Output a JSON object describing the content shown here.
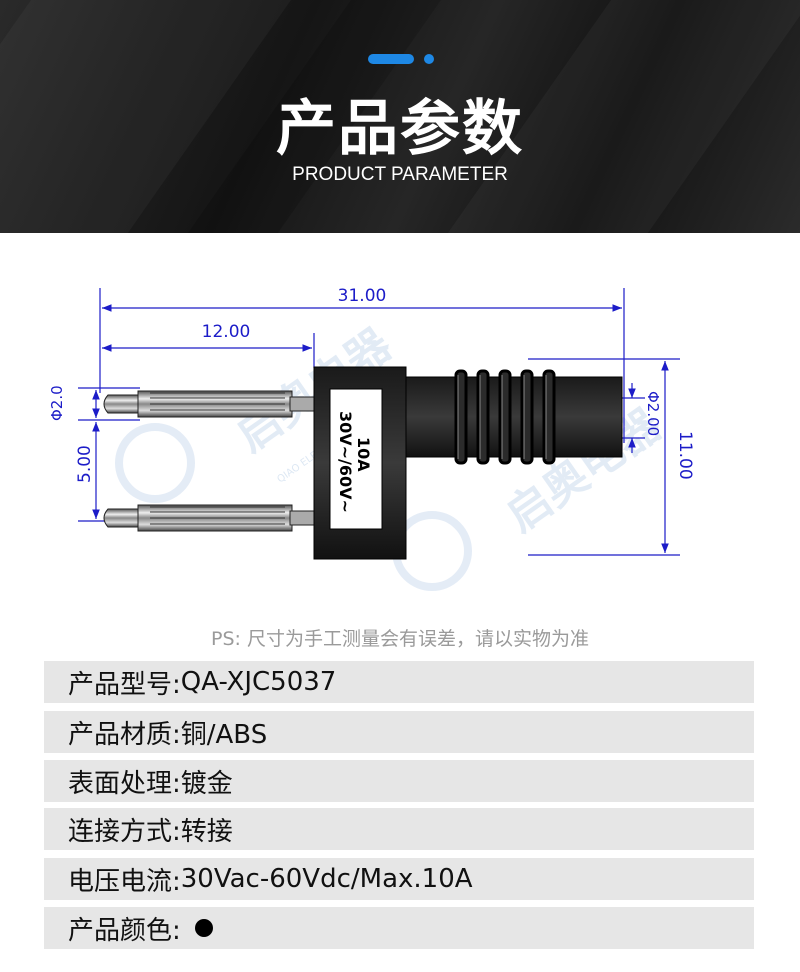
{
  "header": {
    "title": "产品参数",
    "subtitle": "PRODUCT PARAMETER"
  },
  "drawing": {
    "dim_total": "31.00",
    "dim_partial": "12.00",
    "dim_pin_dia": "Φ2.0",
    "dim_pitch": "5.00",
    "dim_right_dia": "Φ2.00",
    "dim_height": "11.00",
    "rating_line1": "30V~/60V~",
    "rating_line2": "10A",
    "watermark": "启奥电器",
    "watermark_en": "QIAO ELECTRICAL APPLIANCES"
  },
  "note": "PS: 尺寸为手工测量会有误差，请以实物为准",
  "params": [
    {
      "label": "产品型号:",
      "value": "QA-XJC5037"
    },
    {
      "label": "产品材质:",
      "value": "铜/ABS"
    },
    {
      "label": "表面处理:",
      "value": "镀金"
    },
    {
      "label": "连接方式:",
      "value": "转接"
    },
    {
      "label": "电压电流:",
      "value": " 30Vac-60Vdc/Max.10A"
    },
    {
      "label": "产品颜色:",
      "value": "",
      "color_swatch": "#000000"
    }
  ]
}
